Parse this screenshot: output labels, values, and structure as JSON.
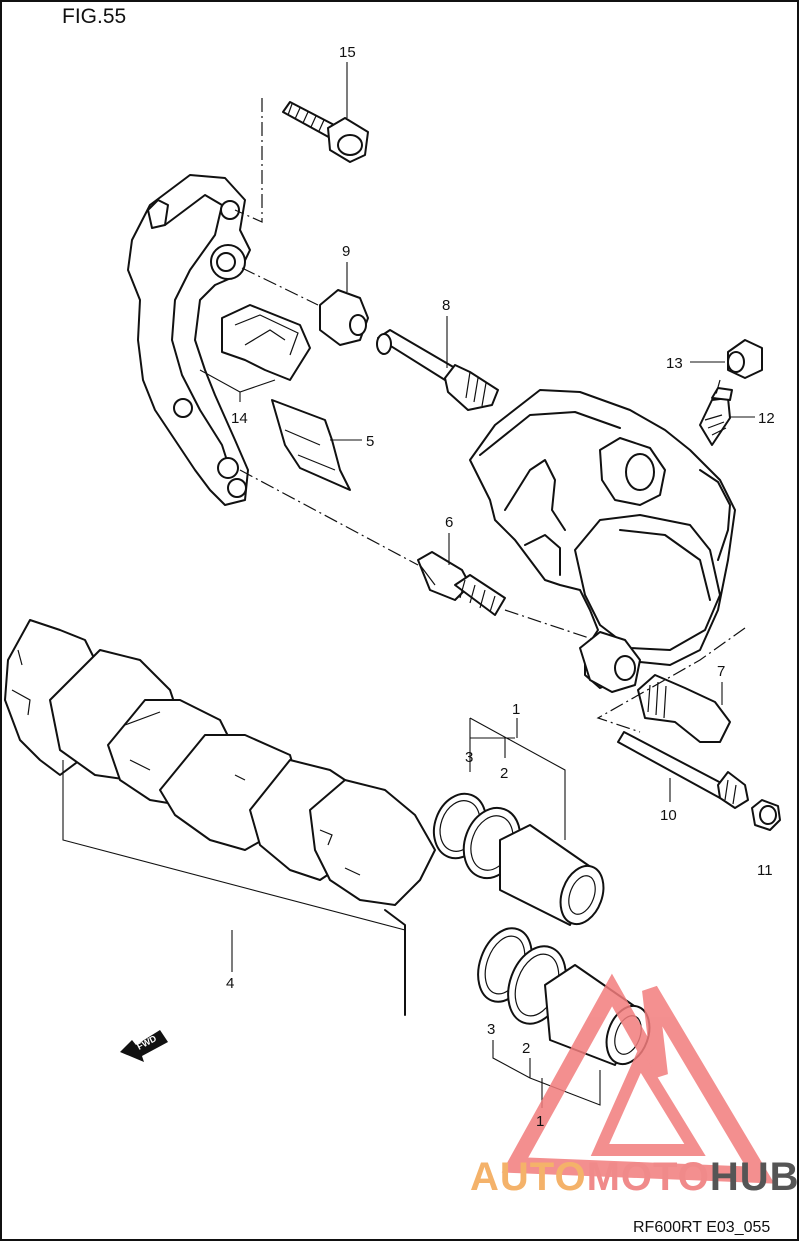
{
  "figure_title": "FIG.55",
  "drawing_code": "RF600RT E03_055",
  "callouts": {
    "n1a": "1",
    "n2a": "2",
    "n3a": "3",
    "n1b": "1",
    "n2b": "2",
    "n3b": "3",
    "n4": "4",
    "n5": "5",
    "n6": "6",
    "n7": "7",
    "n8": "8",
    "n9": "9",
    "n10": "10",
    "n11": "11",
    "n12": "12",
    "n13": "13",
    "n14": "14",
    "n15": "15"
  },
  "fwd_arrow_text": "FWD",
  "watermark": {
    "part1": "AUTO",
    "part2": "MOTO",
    "part3": "HUB",
    "colors": {
      "auto": "#f4b26a",
      "moto": "#f08a8a",
      "hub": "#555555",
      "triangle": "#f27c7c"
    }
  }
}
